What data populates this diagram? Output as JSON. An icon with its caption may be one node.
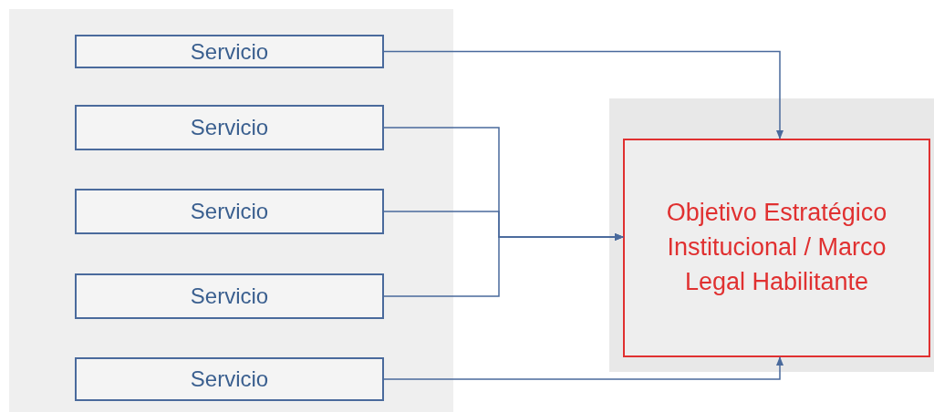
{
  "diagram": {
    "nodes": [
      {
        "text": [],
        "shape": "box"
      },
      {
        "text": [
          "Servicio"
        ],
        "in": 0
      },
      {
        "text": [
          "Servicio"
        ],
        "in": 0
      },
      {
        "text": [
          "Servicio"
        ],
        "in": 0
      },
      {
        "text": [
          "Servicio"
        ],
        "in": 0
      },
      {
        "text": [
          "Servicio"
        ],
        "in": 0
      },
      {
        "text": [],
        "shape": "box"
      },
      {
        "text": [
          "Objetivo Estratégico Institucional / Marco Legal Habilitante"
        ],
        "in": 6
      }
    ],
    "edges": [
      {
        "from": 1,
        "to": 7,
        "arrow": "to"
      },
      {
        "from": 2,
        "to": 7,
        "arrow": "to"
      },
      {
        "from": 3,
        "to": 7,
        "arrow": "to"
      },
      {
        "from": 4,
        "to": 7,
        "arrow": "to"
      },
      {
        "from": 5,
        "to": 7,
        "arrow": "to"
      }
    ]
  }
}
